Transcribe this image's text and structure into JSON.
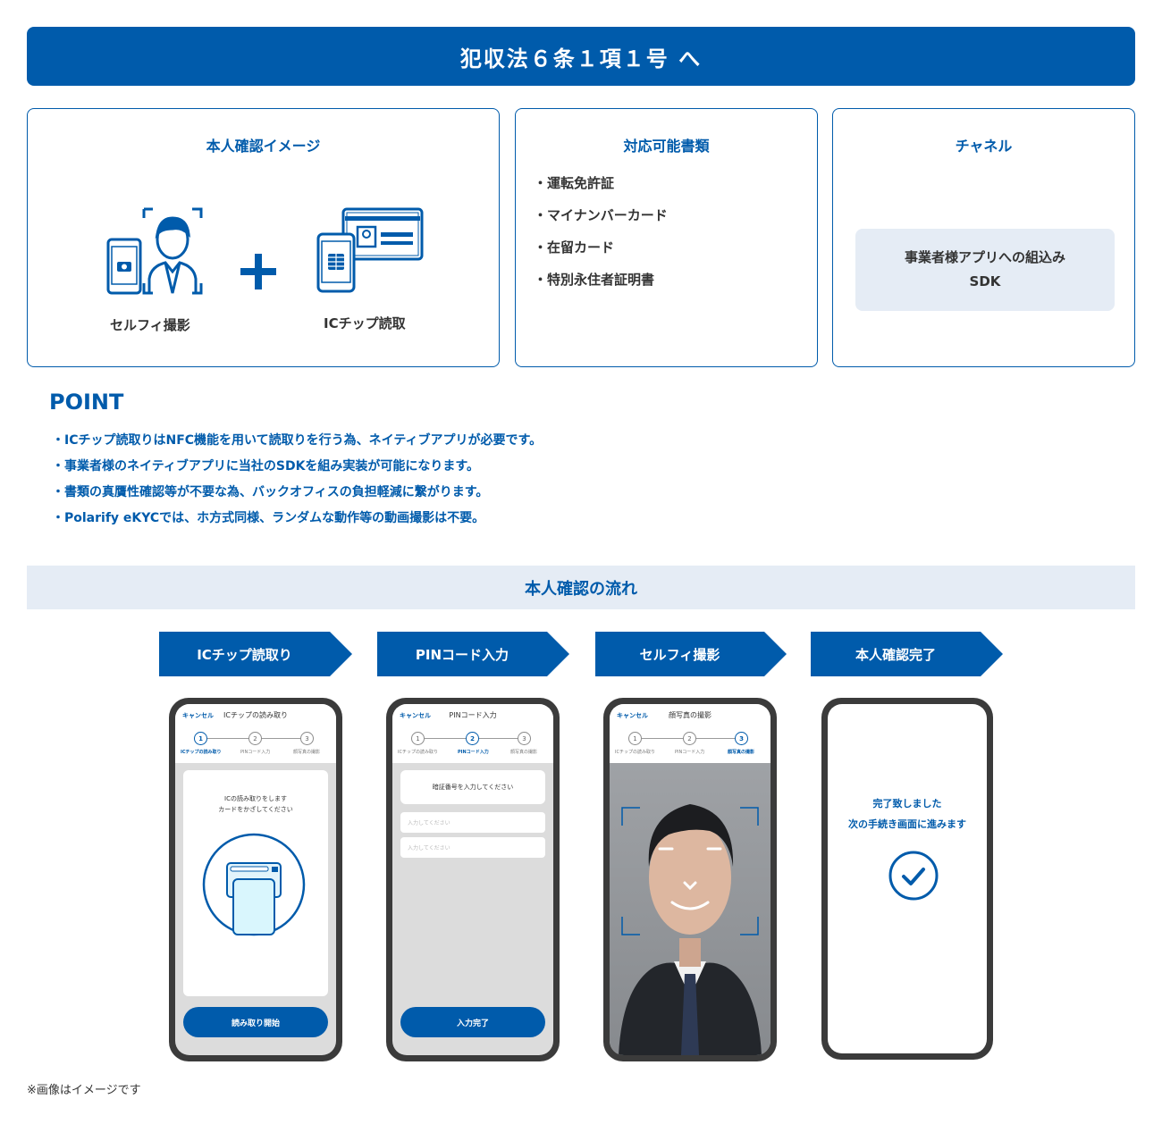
{
  "banner": {
    "title": "犯収法６条１項１号 へ"
  },
  "cards": {
    "image": {
      "title": "本人確認イメージ",
      "selfie_label": "セルフィ撮影",
      "ic_label": "ICチップ読取"
    },
    "docs": {
      "title": "対応可能書類",
      "items": [
        "・運転免許証",
        "・マイナンバーカード",
        "・在留カード",
        "・特別永住者証明書"
      ]
    },
    "channel": {
      "title": "チャネル",
      "line1": "事業者様アプリへの組込み",
      "line2": "SDK"
    }
  },
  "point": {
    "title": "POINT",
    "items": [
      "・ICチップ読取りはNFC機能を用いて読取りを行う為、ネイティブアプリが必要です。",
      "・事業者様のネイティブアプリに当社のSDKを組み実装が可能になります。",
      "・書類の真贋性確認等が不要な為、バックオフィスの負担軽減に繋がります。",
      "・Polarify eKYCでは、ホ方式同様、ランダムな動作等の動画撮影は不要。"
    ]
  },
  "flow": {
    "title": "本人確認の流れ",
    "steps": [
      "ICチップ読取り",
      "PINコード入力",
      "セルフィ撮影",
      "本人確認完了"
    ]
  },
  "phones": {
    "cancel": "キャンセル",
    "stepper": {
      "n1": "1",
      "n2": "2",
      "n3": "3",
      "l1": "ICチップの読み取り",
      "l2": "PINコード入力",
      "l3": "顔写真の撮影"
    },
    "ic": {
      "title": "ICチップの読み取り",
      "msg1": "ICの読み取りをします",
      "msg2": "カードをかざしてください",
      "button": "読み取り開始"
    },
    "pin": {
      "title": "PINコード入力",
      "prompt": "暗証番号を入力してください",
      "placeholder1": "入力してください",
      "placeholder2": "入力してください",
      "button": "入力完了"
    },
    "selfie": {
      "title": "顔写真の撮影"
    },
    "done": {
      "line1": "完了致しました",
      "line2": "次の手続き画面に進みます"
    }
  },
  "footer": {
    "note": "※画像はイメージです"
  },
  "colors": {
    "brand": "#005bab",
    "light_bg": "#e5ecf5"
  },
  "icons": [
    "selfie-phone-icon",
    "person-frame-icon",
    "plus-icon",
    "ic-phone-icon",
    "id-card-icon",
    "nfc-card-icon",
    "checkmark-icon"
  ]
}
